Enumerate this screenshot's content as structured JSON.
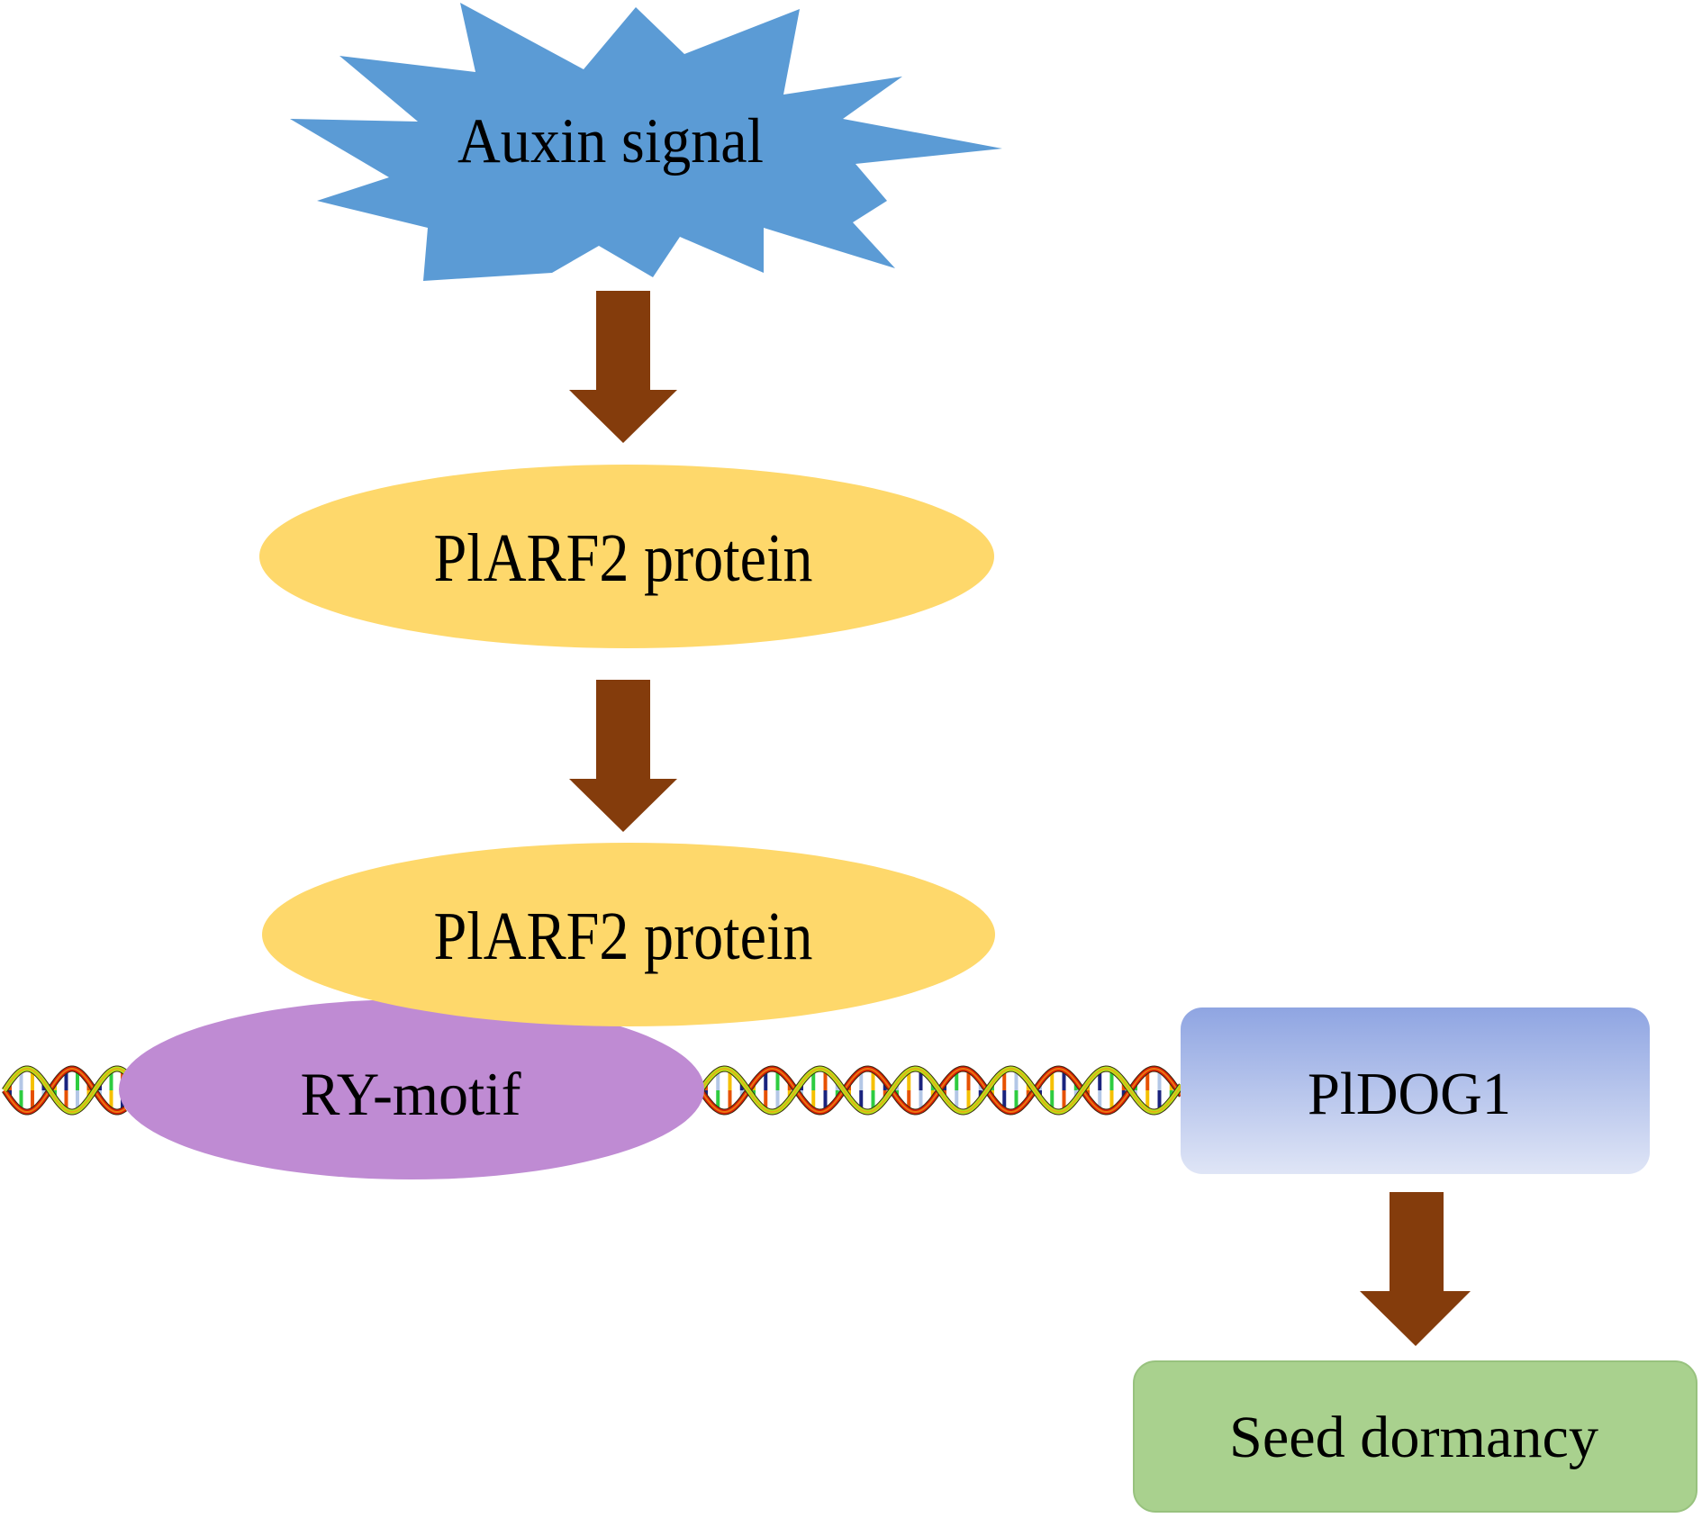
{
  "diagram": {
    "title": "Auxin–PlARF2–PlDOG1 seed dormancy pathway",
    "nodes": {
      "auxin": {
        "label": "Auxin signal",
        "shape": "starburst",
        "color": "#5b9bd5"
      },
      "arf2_free": {
        "label": "PlARF2 protein",
        "shape": "ellipse",
        "color": "#fed86b"
      },
      "arf2_bound": {
        "label": "PlARF2 protein",
        "shape": "ellipse",
        "color": "#fed86b"
      },
      "ry_motif": {
        "label": "RY-motif",
        "shape": "ellipse",
        "color": "#bf8bd3"
      },
      "dog1": {
        "label": "PlDOG1",
        "shape": "rounded-rectangle",
        "color_top": "#8fa5e2",
        "color_bottom": "#dfe5f6"
      },
      "dormancy": {
        "label": "Seed dormancy",
        "shape": "rounded-rectangle",
        "color": "#a9d18e",
        "border": "#98c27e"
      }
    },
    "edges": [
      {
        "from": "auxin",
        "to": "arf2_free",
        "type": "arrow"
      },
      {
        "from": "arf2_free",
        "to": "arf2_bound",
        "type": "arrow"
      },
      {
        "from": "dog1",
        "to": "dormancy",
        "type": "arrow"
      }
    ],
    "arrow_color": "#843c0c",
    "dna": {
      "icon": "dna-double-helix-icon",
      "strand_colors": [
        "#d81e05",
        "#f39c12",
        "#b5e61d",
        "#3a2a10"
      ],
      "base_colors": [
        "#1a237e",
        "#2ecc40",
        "#e65100",
        "#b3c7e6",
        "#f5c000"
      ]
    }
  }
}
